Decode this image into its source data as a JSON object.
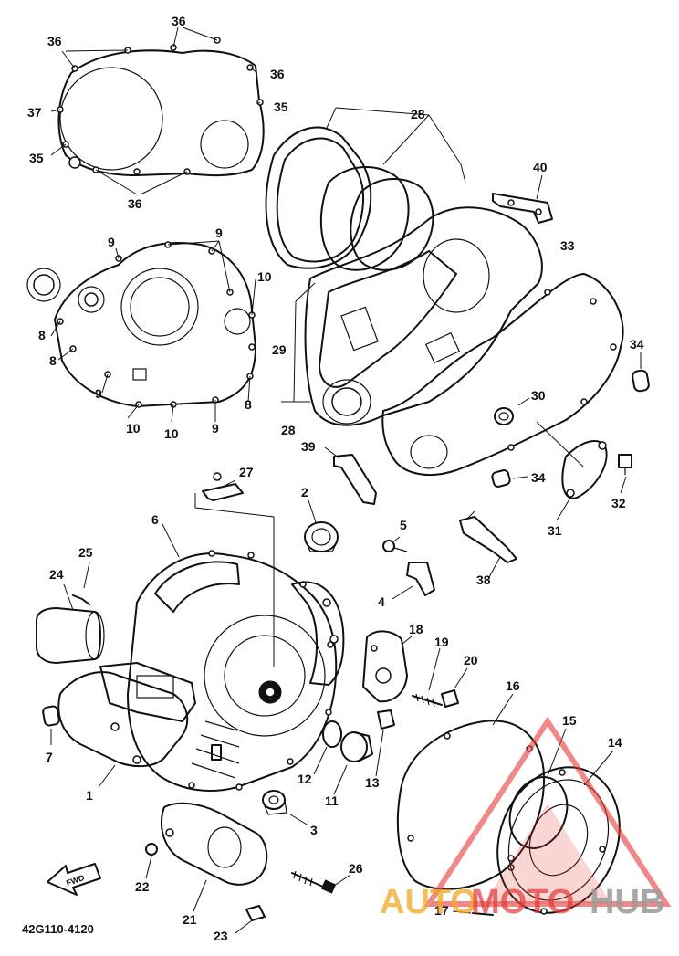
{
  "diagram": {
    "part_code": "42G110-4120",
    "fwd_label": "FWD",
    "callouts": [
      {
        "id": "c36a",
        "text": "36"
      },
      {
        "id": "c36b",
        "text": "36"
      },
      {
        "id": "c36c",
        "text": "36"
      },
      {
        "id": "c36d",
        "text": "36"
      },
      {
        "id": "c37",
        "text": "37"
      },
      {
        "id": "c35a",
        "text": "35"
      },
      {
        "id": "c35b",
        "text": "35"
      },
      {
        "id": "c28a",
        "text": "28"
      },
      {
        "id": "c28b",
        "text": "28"
      },
      {
        "id": "c40",
        "text": "40"
      },
      {
        "id": "c33",
        "text": "33"
      },
      {
        "id": "c34a",
        "text": "34"
      },
      {
        "id": "c34b",
        "text": "34"
      },
      {
        "id": "c30",
        "text": "30"
      },
      {
        "id": "c29",
        "text": "29"
      },
      {
        "id": "c39",
        "text": "39"
      },
      {
        "id": "c32",
        "text": "32"
      },
      {
        "id": "c31",
        "text": "31"
      },
      {
        "id": "c38",
        "text": "38"
      },
      {
        "id": "c9a",
        "text": "9"
      },
      {
        "id": "c9b",
        "text": "9"
      },
      {
        "id": "c9c",
        "text": "9"
      },
      {
        "id": "c9d",
        "text": "9"
      },
      {
        "id": "c10a",
        "text": "10"
      },
      {
        "id": "c10b",
        "text": "10"
      },
      {
        "id": "c10c",
        "text": "10"
      },
      {
        "id": "c8a",
        "text": "8"
      },
      {
        "id": "c8b",
        "text": "8"
      },
      {
        "id": "c8c",
        "text": "8"
      },
      {
        "id": "c27",
        "text": "27"
      },
      {
        "id": "c2",
        "text": "2"
      },
      {
        "id": "c6",
        "text": "6"
      },
      {
        "id": "c5",
        "text": "5"
      },
      {
        "id": "c25",
        "text": "25"
      },
      {
        "id": "c24",
        "text": "24"
      },
      {
        "id": "c4",
        "text": "4"
      },
      {
        "id": "c18",
        "text": "18"
      },
      {
        "id": "c19",
        "text": "19"
      },
      {
        "id": "c20",
        "text": "20"
      },
      {
        "id": "c16",
        "text": "16"
      },
      {
        "id": "c15",
        "text": "15"
      },
      {
        "id": "c14",
        "text": "14"
      },
      {
        "id": "c7",
        "text": "7"
      },
      {
        "id": "c1",
        "text": "1"
      },
      {
        "id": "c12",
        "text": "12"
      },
      {
        "id": "c11",
        "text": "11"
      },
      {
        "id": "c13",
        "text": "13"
      },
      {
        "id": "c3",
        "text": "3"
      },
      {
        "id": "c22",
        "text": "22"
      },
      {
        "id": "c21",
        "text": "21"
      },
      {
        "id": "c26",
        "text": "26"
      },
      {
        "id": "c23",
        "text": "23"
      },
      {
        "id": "c17",
        "text": "17"
      }
    ]
  },
  "watermark": {
    "text_a": "AUTO",
    "text_b": "MOTO",
    "text_c": "HUB",
    "colors": {
      "orange": "#f5a623",
      "red": "#e53935",
      "gray": "#9e9e9e"
    }
  }
}
